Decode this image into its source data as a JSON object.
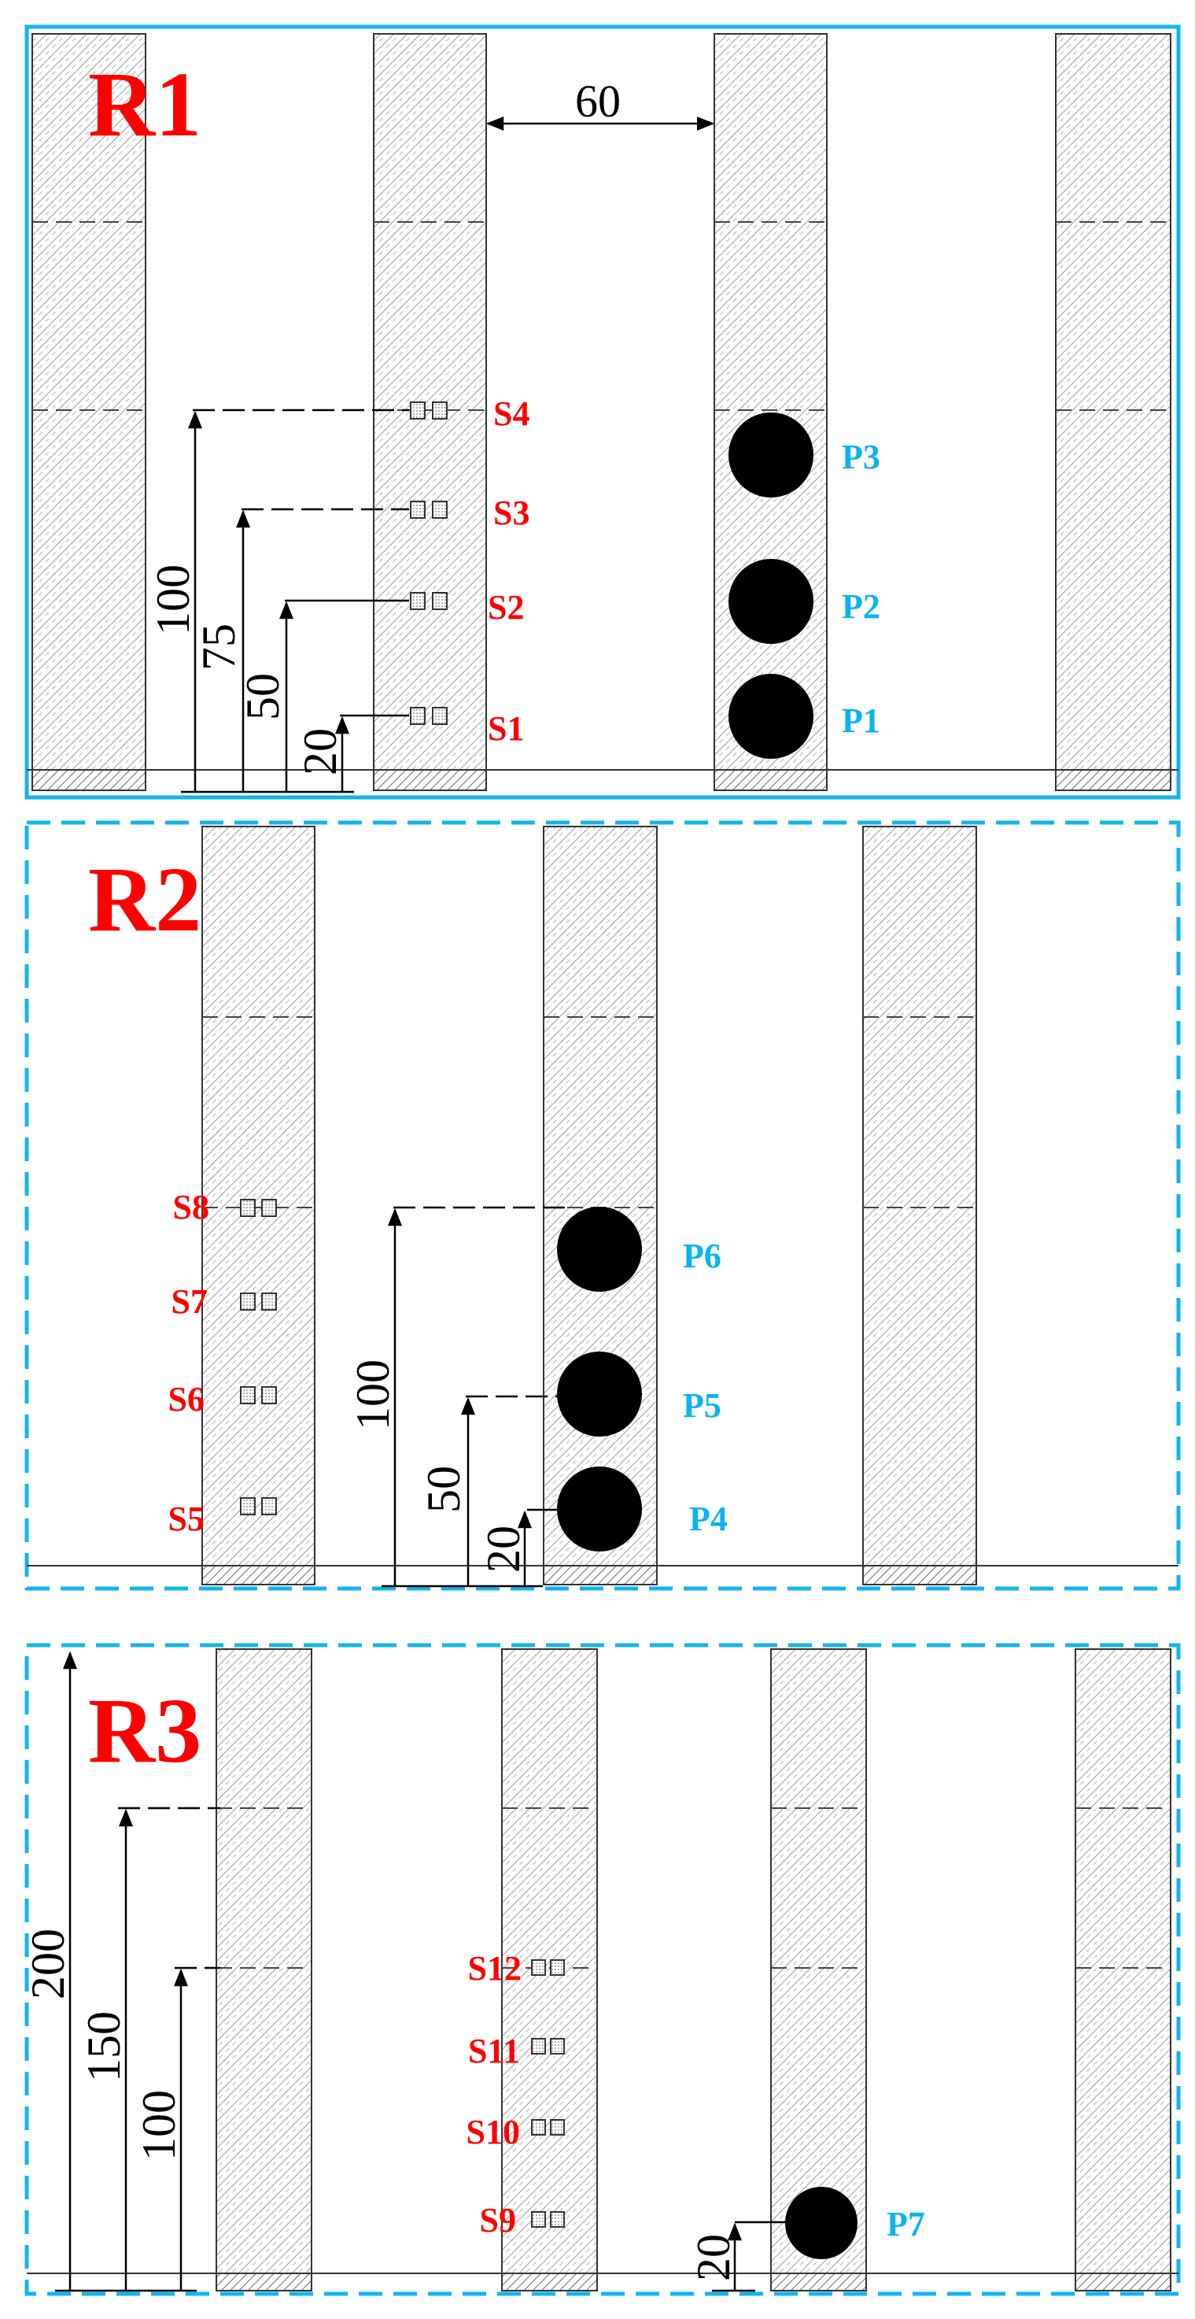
{
  "colors": {
    "panel_border": "#14b4ee",
    "region_label": "#ff0000",
    "sensor_label": "#ff0000",
    "pile_label": "#0ab4ee",
    "pile_fill": "#000000",
    "line": "#000000",
    "hatch": "#8a8a8a"
  },
  "panels": [
    {
      "id": "R1",
      "label": "R1",
      "border": "solid",
      "spacing_label": "60",
      "dims": [
        {
          "id": "d100",
          "label": "100",
          "ref": "S4"
        },
        {
          "id": "d75",
          "label": "75",
          "ref": "S3"
        },
        {
          "id": "d50",
          "label": "50",
          "ref": "S2"
        },
        {
          "id": "d20",
          "label": "20",
          "ref": "S1"
        }
      ],
      "sensors": [
        {
          "id": "S4",
          "label": "S4"
        },
        {
          "id": "S3",
          "label": "S3"
        },
        {
          "id": "S2",
          "label": "S2"
        },
        {
          "id": "S1",
          "label": "S1"
        }
      ],
      "piles": [
        {
          "id": "P3",
          "label": "P3"
        },
        {
          "id": "P2",
          "label": "P2"
        },
        {
          "id": "P1",
          "label": "P1"
        }
      ]
    },
    {
      "id": "R2",
      "label": "R2",
      "border": "dashed",
      "dims": [
        {
          "id": "d100",
          "label": "100"
        },
        {
          "id": "d50",
          "label": "50"
        },
        {
          "id": "d20",
          "label": "20"
        }
      ],
      "sensors": [
        {
          "id": "S8",
          "label": "S8"
        },
        {
          "id": "S7",
          "label": "S7"
        },
        {
          "id": "S6",
          "label": "S6"
        },
        {
          "id": "S5",
          "label": "S5"
        }
      ],
      "piles": [
        {
          "id": "P6",
          "label": "P6"
        },
        {
          "id": "P5",
          "label": "P5"
        },
        {
          "id": "P4",
          "label": "P4"
        }
      ]
    },
    {
      "id": "R3",
      "label": "R3",
      "border": "dashed",
      "dims": [
        {
          "id": "d200",
          "label": "200"
        },
        {
          "id": "d150",
          "label": "150"
        },
        {
          "id": "d100",
          "label": "100"
        },
        {
          "id": "d20",
          "label": "20"
        }
      ],
      "sensors": [
        {
          "id": "S12",
          "label": "S12"
        },
        {
          "id": "S11",
          "label": "S11"
        },
        {
          "id": "S10",
          "label": "S10"
        },
        {
          "id": "S9",
          "label": "S9"
        }
      ],
      "piles": [
        {
          "id": "P7",
          "label": "P7"
        }
      ]
    }
  ]
}
